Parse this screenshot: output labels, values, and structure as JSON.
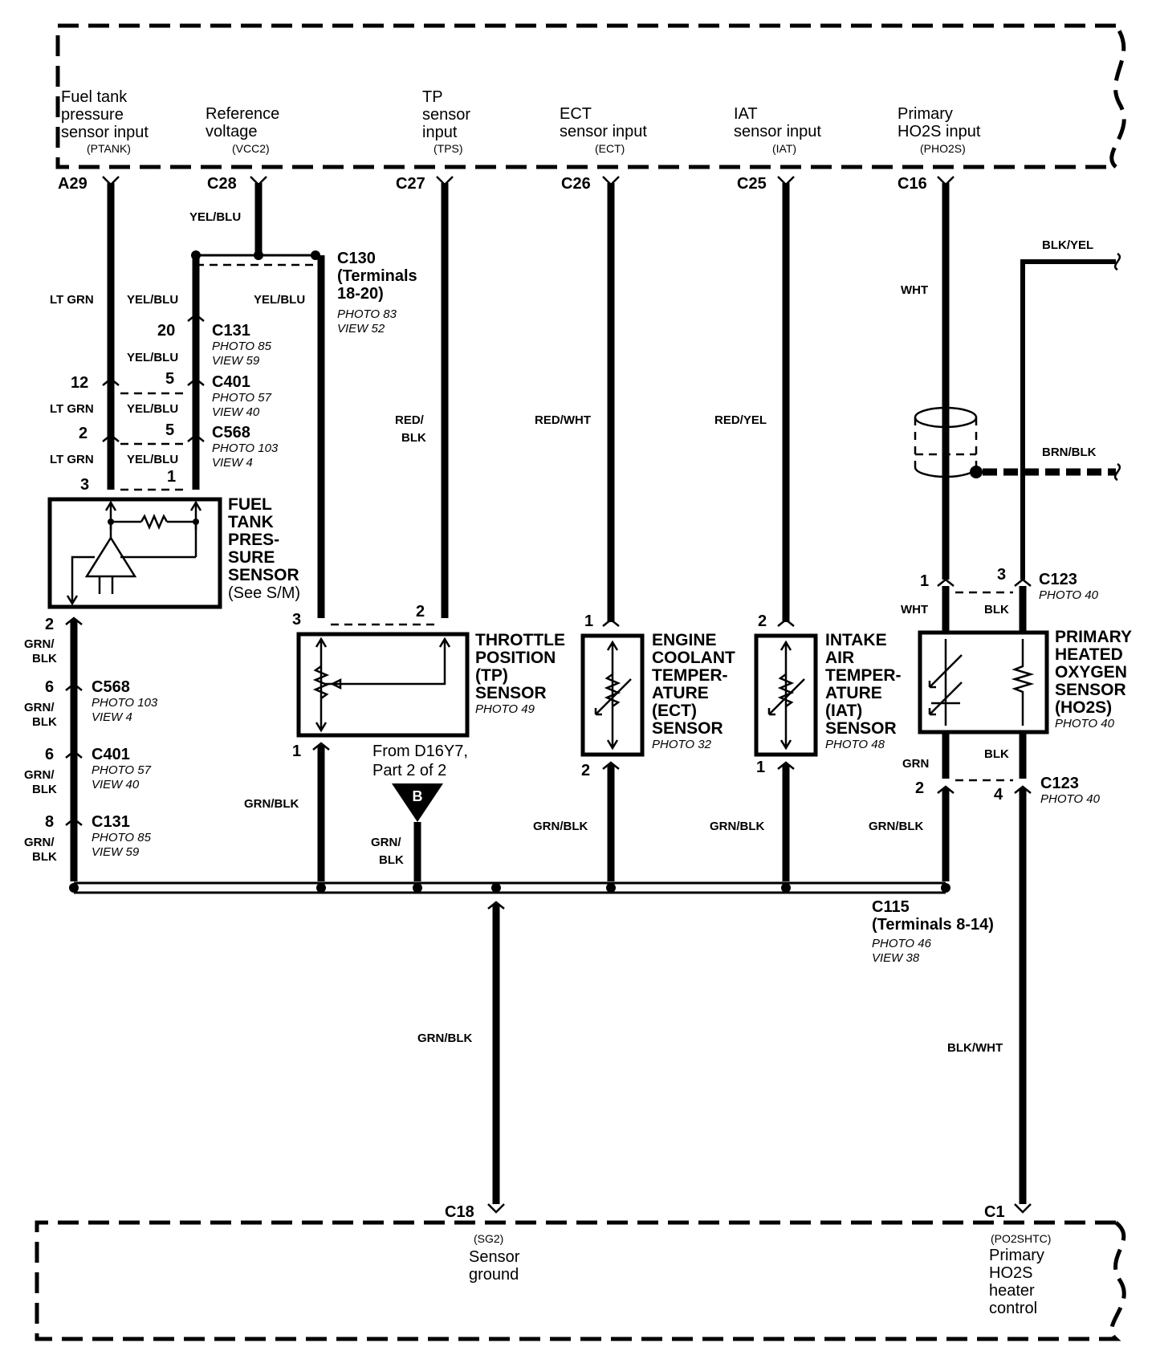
{
  "pcm_top": {
    "inputs": [
      {
        "lines": [
          "Fuel tank",
          "pressure",
          "sensor input"
        ],
        "signal": "(PTANK)",
        "pin": "A29"
      },
      {
        "lines": [
          "Reference",
          "voltage"
        ],
        "signal": "(VCC2)",
        "pin": "C28"
      },
      {
        "lines": [
          "TP",
          "sensor",
          "input"
        ],
        "signal": "(TPS)",
        "pin": "C27"
      },
      {
        "lines": [
          "ECT",
          "sensor input"
        ],
        "signal": "(ECT)",
        "pin": "C26"
      },
      {
        "lines": [
          "IAT",
          "sensor input"
        ],
        "signal": "(IAT)",
        "pin": "C25"
      },
      {
        "lines": [
          "Primary",
          "HO2S input"
        ],
        "signal": "(PHO2S)",
        "pin": "C16"
      }
    ]
  },
  "pcm_bottom": {
    "sensor_ground": {
      "pin": "C18",
      "signal": "(SG2)",
      "lines": [
        "Sensor",
        "ground"
      ]
    },
    "heater_control": {
      "pin": "C1",
      "signal": "(PO2SHTC)",
      "lines": [
        "Primary",
        "HO2S",
        "heater",
        "control"
      ]
    }
  },
  "wire_colors": {
    "yel_blu": "YEL/BLU",
    "lt_grn": "LT GRN",
    "red_blk": [
      "RED/",
      "BLK"
    ],
    "red_wht": "RED/WHT",
    "red_yel": "RED/YEL",
    "wht": "WHT",
    "blk_yel": "BLK/YEL",
    "brn_blk": "BRN/BLK",
    "blk": "BLK",
    "grn": "GRN",
    "grn_blk": "GRN/BLK",
    "grn_blk_split": [
      "GRN/",
      "BLK"
    ],
    "blk_wht": "BLK/WHT"
  },
  "connectors": {
    "c130": {
      "lines": [
        "C130",
        "(Terminals",
        "18-20)"
      ],
      "photo": "PHOTO 83",
      "view": "VIEW 52"
    },
    "c131_top": {
      "name": "C131",
      "photo": "PHOTO 85",
      "view": "VIEW 59"
    },
    "c401_top": {
      "name": "C401",
      "photo": "PHOTO 57",
      "view": "VIEW 40"
    },
    "c568_top": {
      "name": "C568",
      "photo": "PHOTO 103",
      "view": "VIEW 4"
    },
    "c568_bot": {
      "name": "C568",
      "photo": "PHOTO 103",
      "view": "VIEW 4"
    },
    "c401_bot": {
      "name": "C401",
      "photo": "PHOTO 57",
      "view": "VIEW 40"
    },
    "c131_bot": {
      "name": "C131",
      "photo": "PHOTO 85",
      "view": "VIEW 59"
    },
    "c123_top": {
      "name": "C123",
      "photo": "PHOTO 40"
    },
    "c123_bot": {
      "name": "C123",
      "photo": "PHOTO 40"
    },
    "c115": {
      "lines": [
        "C115",
        "(Terminals 8-14)"
      ],
      "photo": "PHOTO 46",
      "view": "VIEW 38"
    }
  },
  "pin_numbers": {
    "c131_ltgrn": "",
    "c131_yel": "20",
    "c401_ltgrn": "12",
    "c401_yel": "5",
    "c568_ltgrn": "2",
    "c568_yel": "5",
    "ftps_3": "3",
    "ftps_1": "1",
    "ftps_2": "2",
    "c568_grn": "6",
    "c401_grn": "6",
    "c131_grn": "8",
    "tp_3": "3",
    "tp_2": "2",
    "tp_1": "1",
    "ect_1": "1",
    "ect_2": "2",
    "iat_2": "2",
    "iat_1": "1",
    "ho2s_1": "1",
    "ho2s_3": "3",
    "ho2s_2": "2",
    "ho2s_4": "4"
  },
  "components": {
    "fuel_tank_sensor": {
      "lines": [
        "FUEL",
        "TANK",
        "PRES-",
        "SURE",
        "SENSOR"
      ],
      "note": "(See S/M)"
    },
    "tp_sensor": {
      "lines": [
        "THROTTLE",
        "POSITION",
        "(TP)",
        "SENSOR"
      ],
      "photo": "PHOTO 49"
    },
    "ect_sensor": {
      "lines": [
        "ENGINE",
        "COOLANT",
        "TEMPER-",
        "ATURE",
        "(ECT)",
        "SENSOR"
      ],
      "photo": "PHOTO 32"
    },
    "iat_sensor": {
      "lines": [
        "INTAKE",
        "AIR",
        "TEMPER-",
        "ATURE",
        "(IAT)",
        "SENSOR"
      ],
      "photo": "PHOTO 48"
    },
    "ho2s": {
      "lines": [
        "PRIMARY",
        "HEATED",
        "OXYGEN",
        "SENSOR",
        "(HO2S)"
      ],
      "photo": "PHOTO 40"
    }
  },
  "ground_ref": {
    "lines": [
      "From D16Y7,",
      "Part 2 of 2"
    ],
    "marker": "B"
  }
}
